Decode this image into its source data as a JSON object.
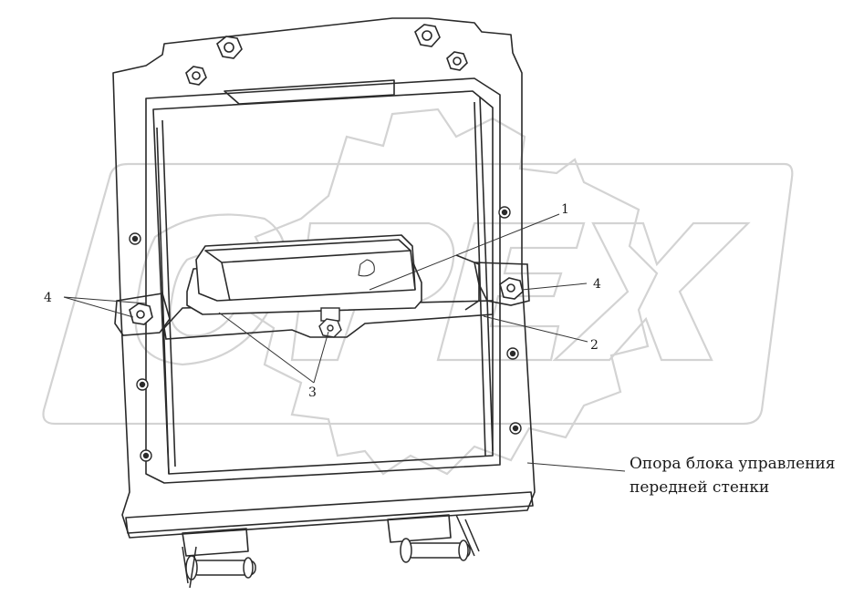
{
  "callouts": {
    "n1": "1",
    "n2": "2",
    "n3": "3",
    "n4_left": "4",
    "n4_right": "4"
  },
  "caption": {
    "line1": "Опора блока управления",
    "line2": "передней стенки"
  },
  "watermark": {
    "text": "OPEX",
    "color": "#d9d9d9"
  },
  "colors": {
    "line": "#2a2a2a",
    "leader": "#333333"
  }
}
